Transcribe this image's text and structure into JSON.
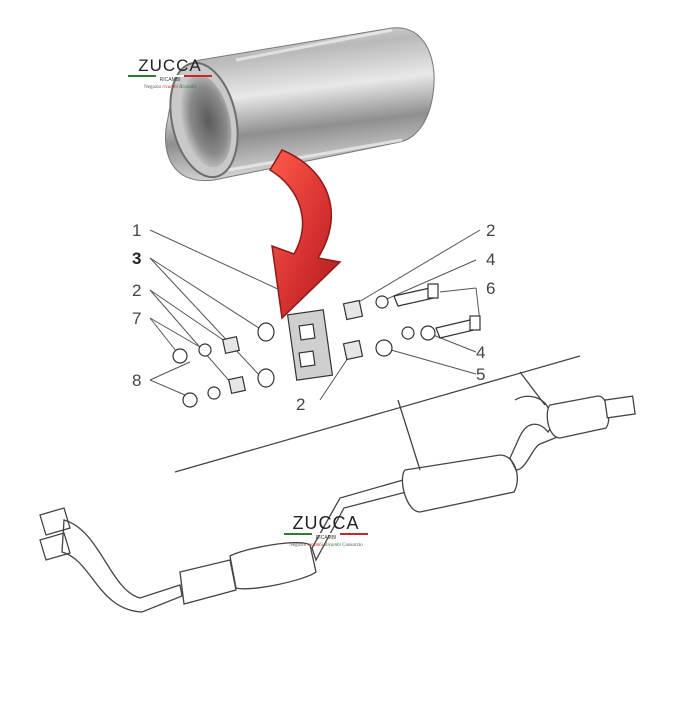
{
  "brand": {
    "name": "ZUCCA",
    "subtitle": "RICAMBI",
    "tagline_lead": "Negozio",
    "tagline_red": "ricambi",
    "tagline_green": "Ricambi",
    "tagline_tail": "Consorzio",
    "colors": {
      "green": "#2e7d32",
      "white": "#ffffff",
      "red": "#c62828"
    }
  },
  "diagram": {
    "arrow_color": "#d32f2f",
    "callouts": [
      "1",
      "3",
      "2",
      "7",
      "8",
      "2",
      "4",
      "6",
      "4",
      "5",
      "2"
    ],
    "bold_callout": "3"
  }
}
